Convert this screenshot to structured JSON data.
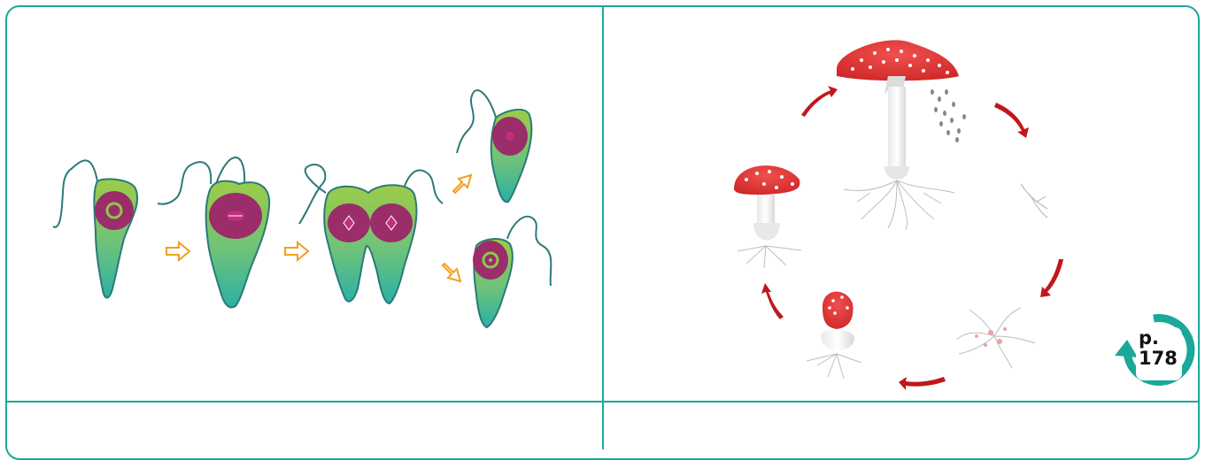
{
  "figure": {
    "left_panel": {
      "subject": "euglena-binary-fission",
      "stages": [
        "single-cell",
        "nucleus-dividing",
        "cell-splitting",
        "two-daughter-cells"
      ],
      "caption": ""
    },
    "right_panel": {
      "subject": "mushroom-life-cycle",
      "stages": [
        "mature-mushroom-releasing-spores",
        "spore-germination-hypha",
        "mycelium-with-primordia",
        "button-stage",
        "young-mushroom"
      ],
      "caption": ""
    },
    "page_reference": {
      "label": "p.",
      "number": "178"
    },
    "colors": {
      "border": "#1aa89a",
      "arrow_orange": "#f0a020",
      "cycle_arrow": "#c0171c",
      "cell_green": "#8cc84a",
      "cell_teal": "#2ab0a0",
      "nucleus": "#9a2d6a",
      "cap_red": "#e23a3a"
    }
  }
}
